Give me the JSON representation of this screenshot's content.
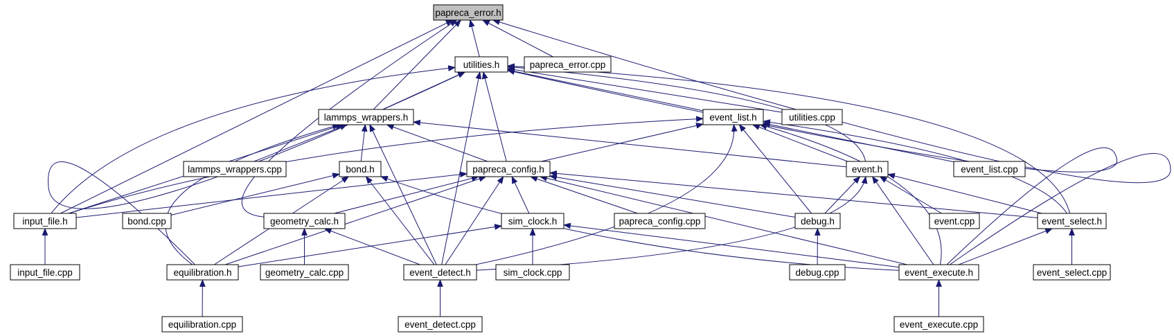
{
  "graph": {
    "edge_color": "#191970",
    "root_fill": "#bfbfbf",
    "nodes": [
      {
        "id": "papreca_error_h",
        "label": "papreca_error.h",
        "root": true
      },
      {
        "id": "utilities_h",
        "label": "utilities.h"
      },
      {
        "id": "papreca_error_cpp",
        "label": "papreca_error.cpp"
      },
      {
        "id": "lammps_wrappers_h",
        "label": "lammps_wrappers.h"
      },
      {
        "id": "event_list_h",
        "label": "event_list.h"
      },
      {
        "id": "utilities_cpp",
        "label": "utilities.cpp"
      },
      {
        "id": "lammps_wrappers_cpp",
        "label": "lammps_wrappers.cpp"
      },
      {
        "id": "bond_h",
        "label": "bond.h"
      },
      {
        "id": "papreca_config_h",
        "label": "papreca_config.h"
      },
      {
        "id": "event_h",
        "label": "event.h"
      },
      {
        "id": "event_list_cpp",
        "label": "event_list.cpp"
      },
      {
        "id": "input_file_h",
        "label": "input_file.h"
      },
      {
        "id": "bond_cpp",
        "label": "bond.cpp"
      },
      {
        "id": "geometry_calc_h",
        "label": "geometry_calc.h"
      },
      {
        "id": "sim_clock_h",
        "label": "sim_clock.h"
      },
      {
        "id": "papreca_config_cpp",
        "label": "papreca_config.cpp"
      },
      {
        "id": "debug_h",
        "label": "debug.h"
      },
      {
        "id": "event_cpp",
        "label": "event.cpp"
      },
      {
        "id": "event_select_h",
        "label": "event_select.h"
      },
      {
        "id": "input_file_cpp",
        "label": "input_file.cpp"
      },
      {
        "id": "equilibration_h",
        "label": "equilibration.h"
      },
      {
        "id": "geometry_calc_cpp",
        "label": "geometry_calc.cpp"
      },
      {
        "id": "event_detect_h",
        "label": "event_detect.h"
      },
      {
        "id": "sim_clock_cpp",
        "label": "sim_clock.cpp"
      },
      {
        "id": "debug_cpp",
        "label": "debug.cpp"
      },
      {
        "id": "event_execute_h",
        "label": "event_execute.h"
      },
      {
        "id": "event_select_cpp",
        "label": "event_select.cpp"
      },
      {
        "id": "equilibration_cpp",
        "label": "equilibration.cpp"
      },
      {
        "id": "event_detect_cpp",
        "label": "event_detect.cpp"
      },
      {
        "id": "event_execute_cpp",
        "label": "event_execute.cpp"
      }
    ],
    "edges": [
      {
        "from": "utilities_h",
        "to": "papreca_error_h"
      },
      {
        "from": "papreca_error_cpp",
        "to": "papreca_error_h"
      },
      {
        "from": "lammps_wrappers_h",
        "to": "papreca_error_h"
      },
      {
        "from": "input_file_h",
        "to": "papreca_error_h"
      },
      {
        "from": "geometry_calc_h",
        "to": "papreca_error_h"
      },
      {
        "from": "event_execute_h",
        "to": "papreca_error_h"
      },
      {
        "from": "lammps_wrappers_h",
        "to": "utilities_h"
      },
      {
        "from": "event_list_h",
        "to": "utilities_h"
      },
      {
        "from": "utilities_cpp",
        "to": "utilities_h"
      },
      {
        "from": "papreca_config_h",
        "to": "utilities_h"
      },
      {
        "from": "event_h",
        "to": "utilities_h"
      },
      {
        "from": "input_file_h",
        "to": "utilities_h"
      },
      {
        "from": "equilibration_h",
        "to": "utilities_h"
      },
      {
        "from": "event_detect_h",
        "to": "utilities_h"
      },
      {
        "from": "event_select_h",
        "to": "utilities_h"
      },
      {
        "from": "event_execute_h",
        "to": "utilities_h"
      },
      {
        "from": "lammps_wrappers_cpp",
        "to": "lammps_wrappers_h"
      },
      {
        "from": "bond_h",
        "to": "lammps_wrappers_h"
      },
      {
        "from": "papreca_config_h",
        "to": "lammps_wrappers_h"
      },
      {
        "from": "event_h",
        "to": "lammps_wrappers_h"
      },
      {
        "from": "input_file_h",
        "to": "lammps_wrappers_h"
      },
      {
        "from": "equilibration_h",
        "to": "lammps_wrappers_h"
      },
      {
        "from": "event_detect_h",
        "to": "lammps_wrappers_h"
      },
      {
        "from": "papreca_config_h",
        "to": "event_list_h"
      },
      {
        "from": "event_h",
        "to": "event_list_h"
      },
      {
        "from": "event_list_cpp",
        "to": "event_list_h"
      },
      {
        "from": "input_file_h",
        "to": "event_list_h"
      },
      {
        "from": "debug_h",
        "to": "event_list_h"
      },
      {
        "from": "event_select_h",
        "to": "event_list_h"
      },
      {
        "from": "event_detect_h",
        "to": "event_list_h"
      },
      {
        "from": "event_execute_h",
        "to": "event_list_h"
      },
      {
        "from": "bond_cpp",
        "to": "bond_h"
      },
      {
        "from": "equilibration_h",
        "to": "bond_h"
      },
      {
        "from": "event_detect_h",
        "to": "bond_h"
      },
      {
        "from": "event_execute_h",
        "to": "bond_h"
      },
      {
        "from": "input_file_h",
        "to": "papreca_config_h"
      },
      {
        "from": "geometry_calc_h",
        "to": "papreca_config_h"
      },
      {
        "from": "sim_clock_h",
        "to": "papreca_config_h"
      },
      {
        "from": "papreca_config_cpp",
        "to": "papreca_config_h"
      },
      {
        "from": "equilibration_h",
        "to": "papreca_config_h"
      },
      {
        "from": "event_detect_h",
        "to": "papreca_config_h"
      },
      {
        "from": "debug_h",
        "to": "papreca_config_h"
      },
      {
        "from": "event_select_h",
        "to": "papreca_config_h"
      },
      {
        "from": "event_execute_h",
        "to": "papreca_config_h"
      },
      {
        "from": "debug_h",
        "to": "event_h"
      },
      {
        "from": "event_cpp",
        "to": "event_h"
      },
      {
        "from": "event_select_h",
        "to": "event_h"
      },
      {
        "from": "event_detect_h",
        "to": "event_h"
      },
      {
        "from": "event_execute_h",
        "to": "event_h"
      },
      {
        "from": "input_file_cpp",
        "to": "input_file_h"
      },
      {
        "from": "geometry_calc_cpp",
        "to": "geometry_calc_h"
      },
      {
        "from": "event_detect_h",
        "to": "geometry_calc_h"
      },
      {
        "from": "sim_clock_cpp",
        "to": "sim_clock_h"
      },
      {
        "from": "equilibration_h",
        "to": "sim_clock_h"
      },
      {
        "from": "event_execute_h",
        "to": "sim_clock_h"
      },
      {
        "from": "debug_cpp",
        "to": "debug_h"
      },
      {
        "from": "event_select_cpp",
        "to": "event_select_h"
      },
      {
        "from": "event_execute_h",
        "to": "event_select_h"
      },
      {
        "from": "equilibration_cpp",
        "to": "equilibration_h"
      },
      {
        "from": "event_detect_cpp",
        "to": "event_detect_h"
      },
      {
        "from": "event_execute_cpp",
        "to": "event_execute_h"
      }
    ]
  }
}
